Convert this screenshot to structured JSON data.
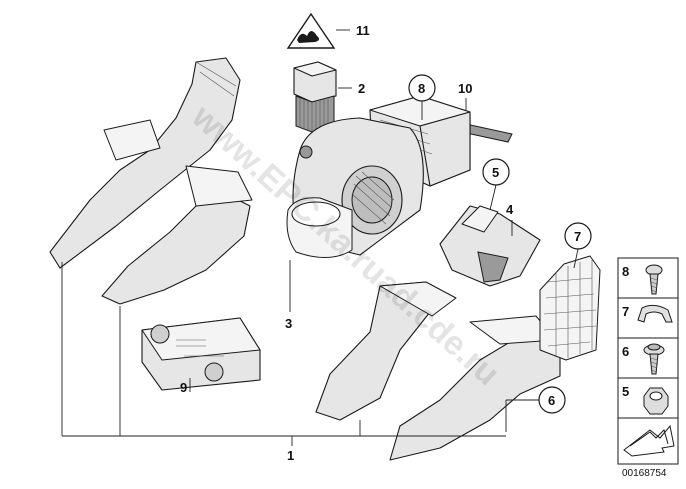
{
  "diagram": {
    "watermark": "www.EPC.ka.ruad.cde.ru",
    "reference_number": "00168754",
    "callouts": [
      "1",
      "2",
      "3",
      "4",
      "5",
      "6",
      "7",
      "8",
      "9",
      "10",
      "11"
    ],
    "legend": {
      "items": [
        {
          "number": "8",
          "icon": "screw-icon"
        },
        {
          "number": "7",
          "icon": "clip-icon"
        },
        {
          "number": "6",
          "icon": "screw-with-washer-icon"
        },
        {
          "number": "5",
          "icon": "hex-nut-icon"
        }
      ],
      "bottom_icon": "arrow-icon"
    },
    "parts": [
      "left-rear-air-duct",
      "left-front-air-duct",
      "blower-resistor",
      "blower-motor-housing",
      "heater-bracket",
      "right-rear-air-duct",
      "right-front-air-duct",
      "air-distribution-housing",
      "climate-control-panel",
      "seal-strip",
      "warning-label"
    ]
  }
}
